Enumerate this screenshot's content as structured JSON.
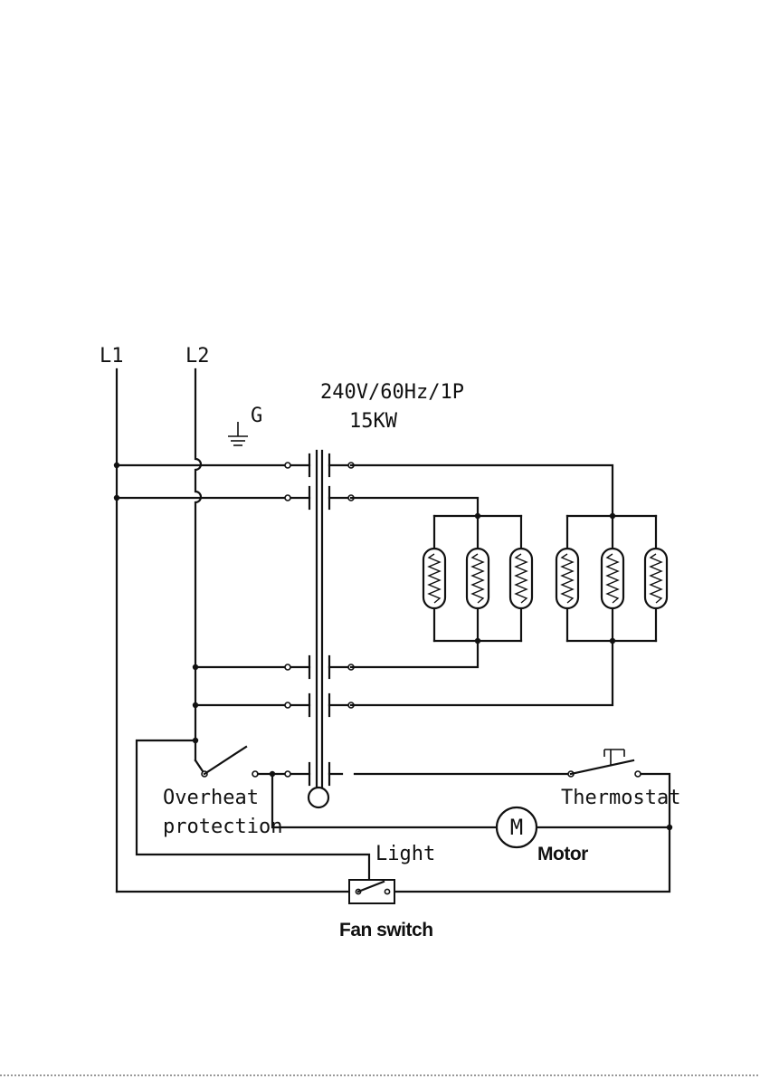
{
  "labels": {
    "line1": "L1",
    "line2": "L2",
    "ground": "G",
    "supply_spec": "240V/60Hz/1P",
    "power": "15KW",
    "overheat_line1": "Overheat",
    "overheat_line2": "protection",
    "thermostat": "Thermostat",
    "motor_symbol": "M",
    "motor": "Motor",
    "light": "Light",
    "fan_switch": "Fan switch"
  }
}
